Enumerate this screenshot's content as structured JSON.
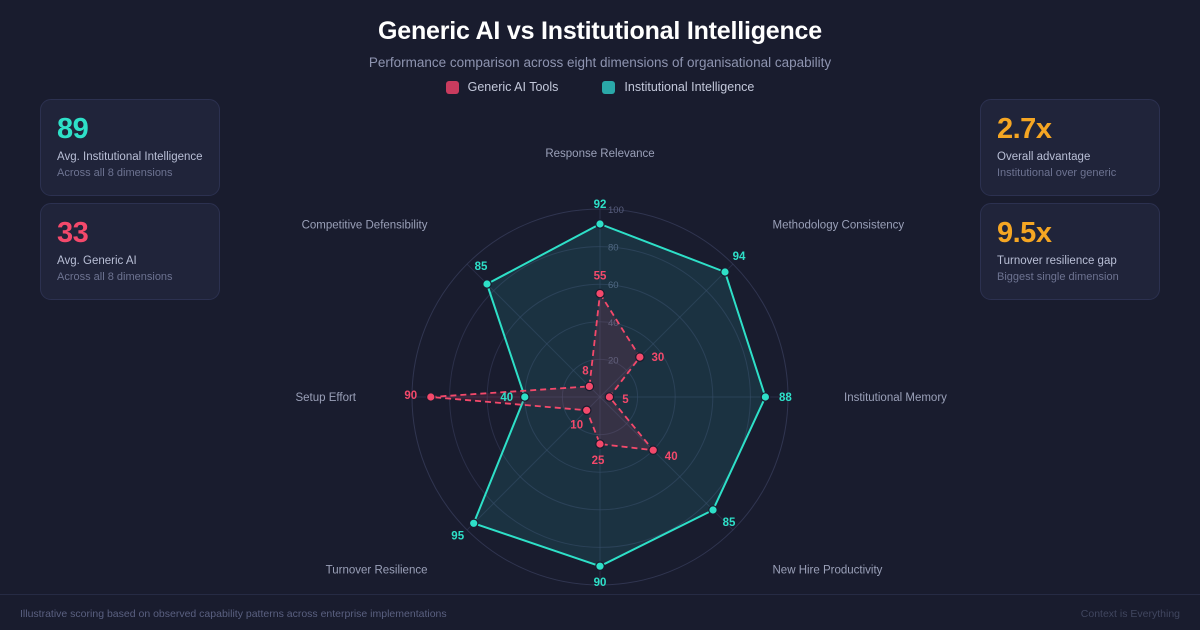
{
  "header": {
    "title": "Generic AI vs Institutional Intelligence",
    "subtitle": "Performance comparison across eight dimensions of organisational capability"
  },
  "legend": {
    "items": [
      {
        "label": "Generic AI Tools",
        "color": "#c93b5e"
      },
      {
        "label": "Institutional Intelligence",
        "color": "#2aa8a8"
      }
    ]
  },
  "stats": {
    "left": [
      {
        "value": "89",
        "label": "Avg. Institutional Intelligence",
        "sub": "Across all 8 dimensions",
        "color": "#2ee0c8"
      },
      {
        "value": "33",
        "label": "Avg. Generic AI",
        "sub": "Across all 8 dimensions",
        "color": "#f4496b"
      }
    ],
    "right": [
      {
        "value": "2.7x",
        "label": "Overall advantage",
        "sub": "Institutional over generic",
        "color": "#f5a623"
      },
      {
        "value": "9.5x",
        "label": "Turnover resilience gap",
        "sub": "Biggest single dimension",
        "color": "#f5a623"
      }
    ]
  },
  "footer": {
    "left": "Illustrative scoring based on observed capability patterns across enterprise implementations",
    "right": "Context is Everything"
  },
  "chart_data": {
    "type": "radar",
    "title": "Generic AI vs Institutional Intelligence",
    "subtitle": "Performance comparison across eight dimensions of organisational capability",
    "categories": [
      "Response Relevance",
      "Methodology Consistency",
      "Institutional Memory",
      "New Hire Productivity",
      "",
      "Turnover Resilience",
      "Setup Effort",
      "Competitive Defensibility"
    ],
    "axis_labels_shown": [
      "Response Relevance",
      "Methodology Consistency",
      "Institutional Memory",
      "New Hire Productivity",
      "Turnover Resilience",
      "Setup Effort",
      "Competitive Defensibility"
    ],
    "series": [
      {
        "name": "Institutional Intelligence",
        "color": "#2ee0c8",
        "values": [
          92,
          94,
          88,
          85,
          90,
          95,
          40,
          85
        ]
      },
      {
        "name": "Generic AI Tools",
        "color": "#f4496b",
        "values": [
          55,
          30,
          5,
          40,
          25,
          10,
          90,
          8
        ]
      }
    ],
    "radial_ticks": [
      20,
      40,
      60,
      80,
      100
    ],
    "rlim": [
      0,
      100
    ],
    "grid": true,
    "legend_position": "top"
  }
}
